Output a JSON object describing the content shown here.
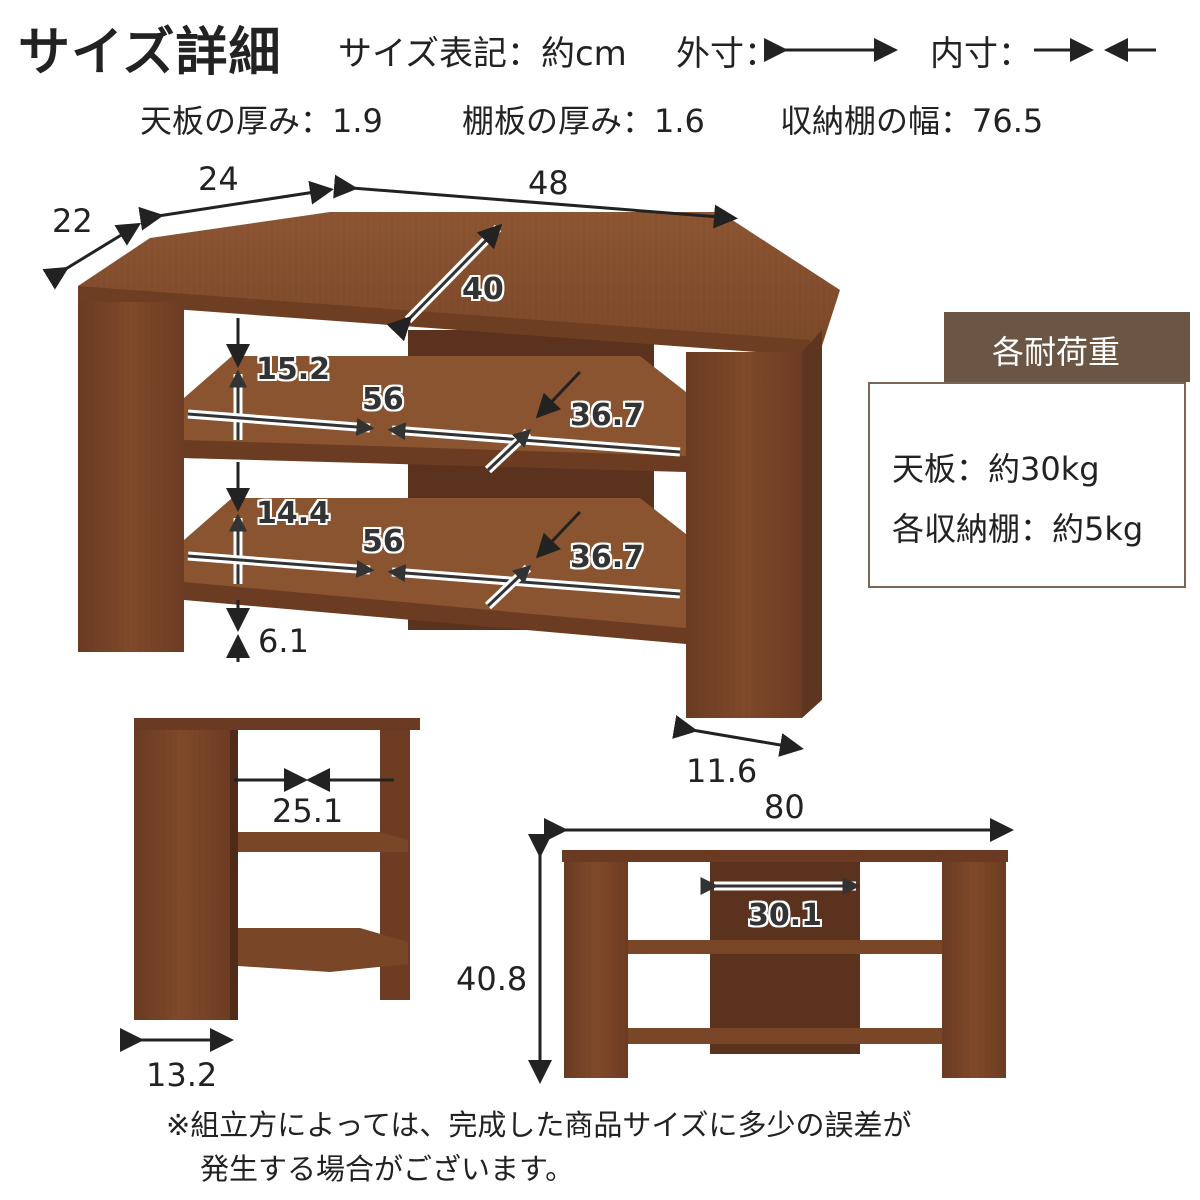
{
  "header": {
    "title": "サイズ詳細",
    "unit_note": "サイズ表記：約cm",
    "outer_label": "外寸：",
    "inner_label": "内寸："
  },
  "specs": {
    "top_thickness": "天板の厚み：1.9",
    "shelf_thickness": "棚板の厚み：1.6",
    "storage_width": "収納棚の幅：76.5"
  },
  "dimensions": {
    "side_width": "24",
    "front_width": "48",
    "depth_side": "22",
    "depth_center": "40",
    "upper_height": "15.2",
    "upper_shelf_width": "56",
    "upper_shelf_depth": "36.7",
    "lower_height": "14.4",
    "lower_shelf_width": "56",
    "lower_shelf_depth": "36.7",
    "foot_height": "6.1",
    "leg_width": "11.6",
    "side_inner": "25.1",
    "side_leg": "13.2",
    "total_width": "80",
    "total_height": "40.8",
    "center_panel": "30.1"
  },
  "load": {
    "badge": "各耐荷重",
    "top": "天板：約30kg",
    "shelf": "各収納棚：約5kg"
  },
  "note": {
    "line1": "※組立方によっては、完成した商品サイズに多少の誤差が",
    "line2": "発生する場合がございます。"
  },
  "colors": {
    "wood_dark": "#5e3520",
    "wood_mid": "#7a4628",
    "wood_light": "#95603d",
    "badge": "#6b5645"
  }
}
